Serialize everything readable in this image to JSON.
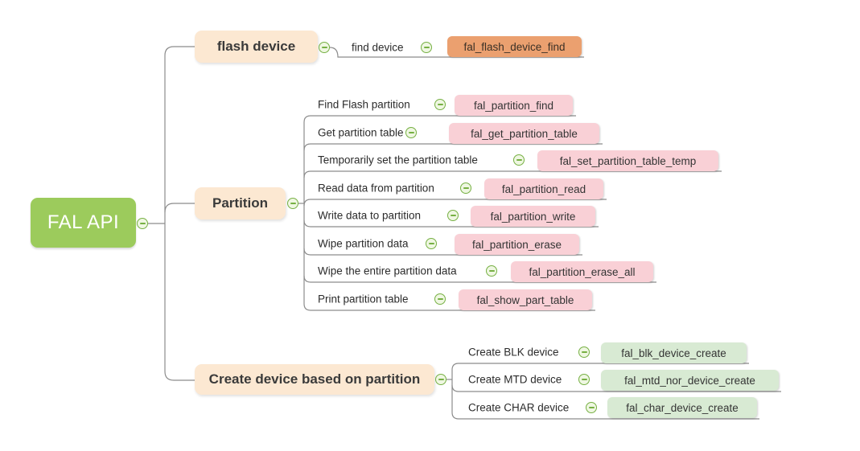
{
  "diagram": {
    "type": "mindmap",
    "root": {
      "label": "FAL API"
    },
    "branches": [
      {
        "label": "flash device",
        "children": [
          {
            "label": "find device",
            "func": "fal_flash_device_find"
          }
        ]
      },
      {
        "label": "Partition",
        "children": [
          {
            "label": "Find Flash partition",
            "func": "fal_partition_find"
          },
          {
            "label": "Get partition table",
            "func": "fal_get_partition_table"
          },
          {
            "label": "Temporarily set the partition table",
            "func": "fal_set_partition_table_temp"
          },
          {
            "label": "Read data from partition",
            "func": "fal_partition_read"
          },
          {
            "label": "Write data to partition",
            "func": "fal_partition_write"
          },
          {
            "label": "Wipe partition data",
            "func": "fal_partition_erase"
          },
          {
            "label": "Wipe the entire partition data",
            "func": "fal_partition_erase_all"
          },
          {
            "label": "Print partition table",
            "func": "fal_show_part_table"
          }
        ]
      },
      {
        "label": "Create device based on partition",
        "children": [
          {
            "label": "Create BLK device",
            "func": "fal_blk_device_create"
          },
          {
            "label": "Create MTD device",
            "func": "fal_mtd_nor_device_create"
          },
          {
            "label": "Create CHAR device",
            "func": "fal_char_device_create"
          }
        ]
      }
    ],
    "colors": {
      "root_bg": "#9CCB5C",
      "branch_bg": "#FCE8D2",
      "func_pink": "#F9D0D6",
      "func_orange": "#EBA06F",
      "func_green": "#D8EAD3",
      "icon_green": "#76B043",
      "connector_line": "#8C8C8C"
    }
  }
}
